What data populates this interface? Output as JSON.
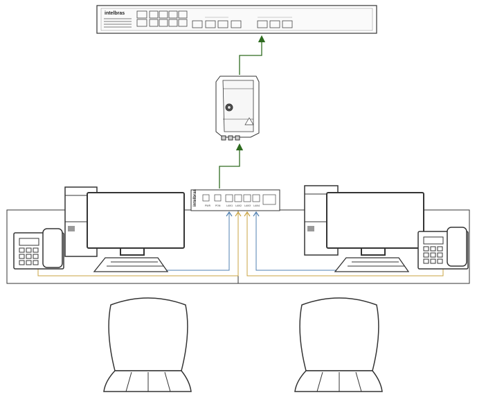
{
  "switch": {
    "brand": "intelbras"
  },
  "onu": {
    "brand": "intelbras",
    "port_labels": [
      "PWR",
      "PON",
      "LAN1",
      "LAN2",
      "LAN3",
      "LAN4"
    ]
  },
  "colors": {
    "fiber_link": "#2e6b1f",
    "data_cable": "#4f7fb0",
    "phone_cable": "#c9a341",
    "outline": "#333333"
  }
}
